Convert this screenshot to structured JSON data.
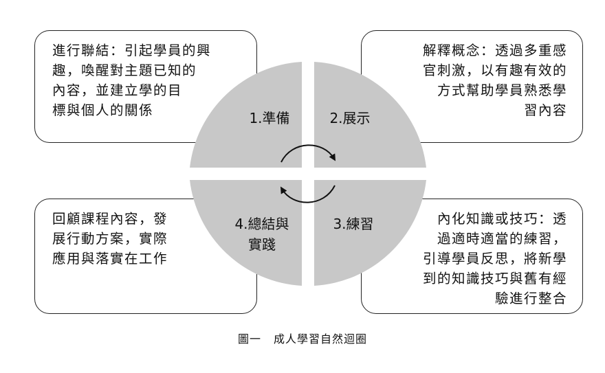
{
  "quadrants": {
    "tl": {
      "label": "1.準備"
    },
    "tr": {
      "label": "2.展示"
    },
    "br": {
      "label": "3.練習"
    },
    "bl": {
      "label_line1": "4.總結與",
      "label_line2": "實踐"
    }
  },
  "boxes": {
    "top_left": {
      "lines": [
        "進行聯結：引起學員的興",
        "趣，喚醒對主題已知的",
        "內容，並建立學的目",
        "標與個人的關係"
      ]
    },
    "top_right": {
      "lines": [
        "解釋概念：透過多重感",
        "官刺激，以有趣有效的",
        "方式幫助學員熟悉學",
        "習內容"
      ]
    },
    "bottom_left": {
      "lines": [
        "回顧課程內容，發",
        "展行動方案，實際",
        "應用與落實在工作"
      ]
    },
    "bottom_right": {
      "lines": [
        "內化知識或技巧：透",
        "過適時適當的練習，",
        "引導學員反思，將新學",
        "到的知識技巧與舊有經",
        "驗進行整合"
      ]
    }
  },
  "caption": {
    "number": "圖一",
    "title": "成人學習自然迴圈"
  },
  "colors": {
    "quadrant_fill": "#c8c8c8",
    "border": "#222222",
    "arrow": "#111111"
  }
}
